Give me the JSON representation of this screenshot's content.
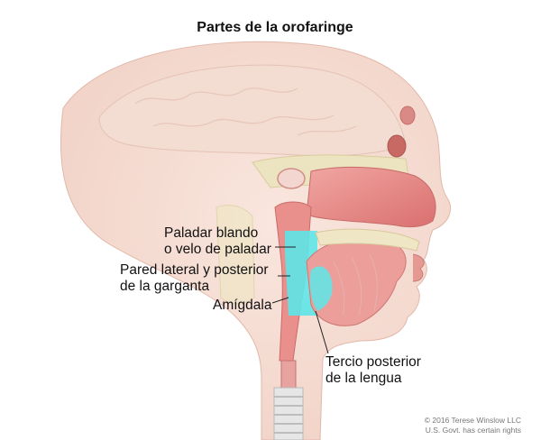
{
  "title": "Partes de la orofaringe",
  "labels": {
    "soft_palate": [
      "Paladar blando",
      "o velo de paladar"
    ],
    "throat_wall": [
      "Pared lateral y posterior",
      "de la garganta"
    ],
    "tonsil": [
      "Amígdala"
    ],
    "tongue_base": [
      "Tercio posterior",
      "de la lengua"
    ]
  },
  "copyright": [
    "© 2016 Terese Winslow LLC",
    "U.S. Govt. has certain rights"
  ],
  "colors": {
    "oropharynx_highlight": "#5ee6e8",
    "tissue": "#e88d8b",
    "skin": "#f4d9cf",
    "bone": "#e8dfb8"
  }
}
